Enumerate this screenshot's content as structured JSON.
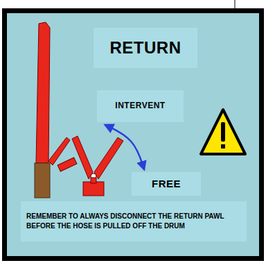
{
  "diagram": {
    "nodes": [
      {
        "text": [
          "RETURN"
        ]
      },
      {
        "text": [
          "INTERVENT"
        ]
      },
      {
        "text": [
          "FREE"
        ]
      },
      {
        "text": [
          "REMEMBER TO ALWAYS DISCONNECT THE RETURN PAWL BEFORE THE HOSE IS PULLED OFF THE DRUM"
        ]
      }
    ],
    "edges": [
      {
        "from": 1,
        "to": 2,
        "arrow": "both"
      }
    ]
  }
}
